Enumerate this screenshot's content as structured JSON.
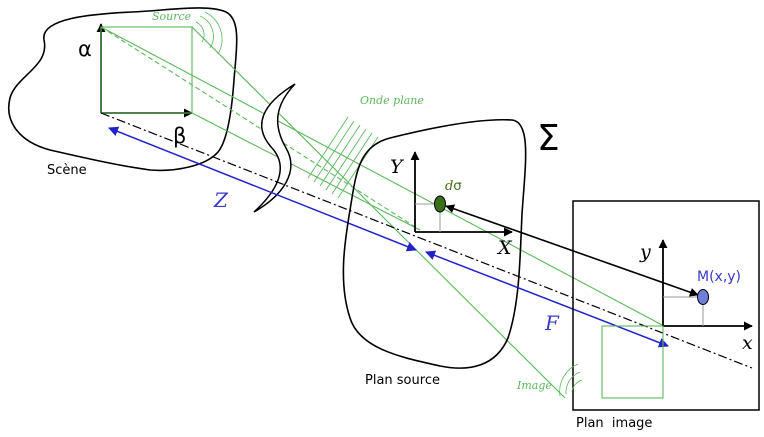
{
  "labels": {
    "source": "Source",
    "alpha": "α",
    "beta": "β",
    "scene": "Scène",
    "onde_plane": "Onde plane",
    "sigma": "Σ",
    "Y": "Y",
    "d_sigma_d": "d",
    "d_sigma_sigma": "σ",
    "X": "X",
    "Z": "Z",
    "F": "F",
    "plan_source": "Plan source",
    "y": "y",
    "M": "M(x,y)",
    "x": "x",
    "image": "Image",
    "plan_image": "Plan  image"
  },
  "colors": {
    "outline": "#000000",
    "green": "#5cb85c",
    "blue": "#2222cc",
    "label_blue": "#3a3ac8",
    "dsigma_fill": "#3c6e18",
    "point_M": "#6f7fd8",
    "gray": "#999999"
  }
}
